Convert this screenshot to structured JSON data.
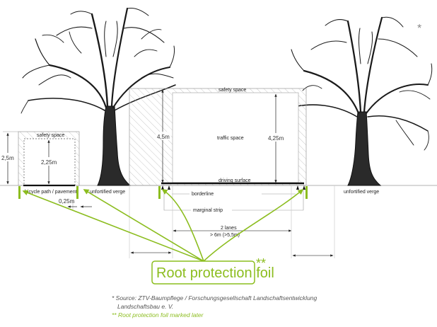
{
  "diagram": {
    "title_marker": "*",
    "colors": {
      "accent_green": "#8cbd1f",
      "line": "#222222",
      "hatch": "#b5b5b5",
      "guide": "#cccccc"
    },
    "left_section": {
      "safety_space_label": "safety space",
      "outer_height": "2,5m",
      "inner_height": "2,25m",
      "surface_label": "bicycle path / pavement",
      "offset": "0,25m",
      "verge_label": "unfortified verge"
    },
    "center_section": {
      "safety_space_label": "safety space",
      "outer_height": "4,5m",
      "inner_height": "4,25m",
      "traffic_space_label": "traffic space",
      "surface_label": "driving surface",
      "borderline_label": "borderline",
      "marginal_strip_label": "marginal strip",
      "lanes_label": "2 lanes",
      "lanes_width": "> 6m (>5,5m)"
    },
    "right_section": {
      "verge_label": "unfortified verge"
    },
    "callout": {
      "label": "Root protection foil",
      "marker": "**"
    },
    "trees": [
      {
        "name": "left-tree"
      },
      {
        "name": "right-tree"
      }
    ]
  },
  "footnotes": {
    "source_line1": "* Source: ZTV-Baumpflege / Forschungsgesellschaft Landschaftsentwicklung",
    "source_line2": "Landschaftsbau e. V.",
    "foil_note": "** Root protection foil marked later"
  }
}
